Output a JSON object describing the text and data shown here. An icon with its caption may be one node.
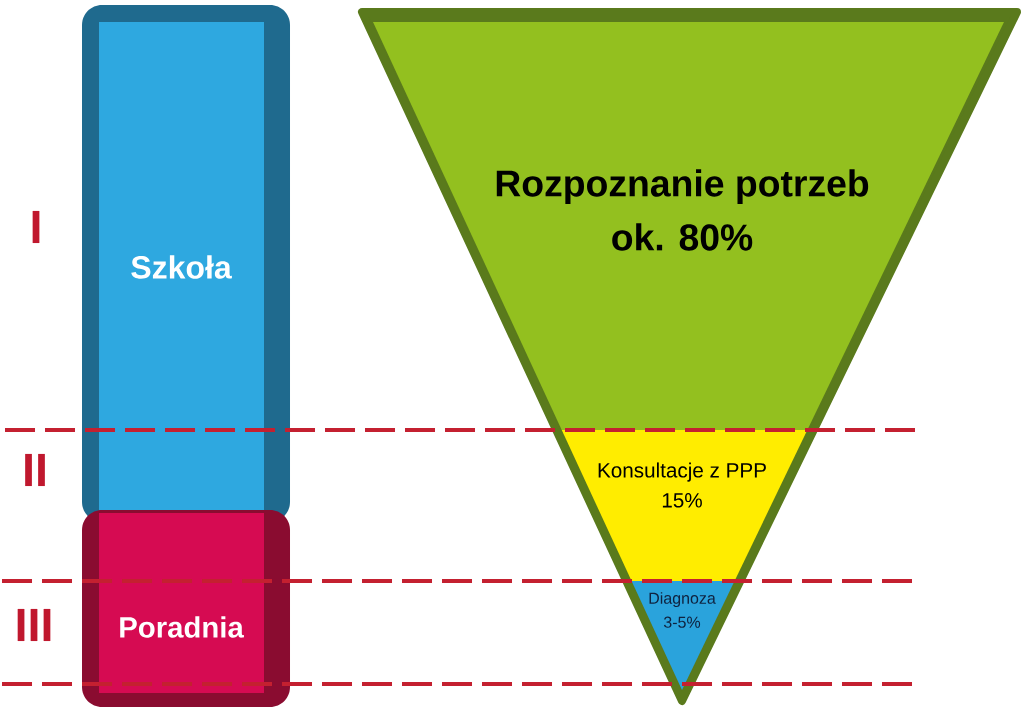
{
  "diagram": {
    "nodes": [
      {
        "text": [
          "Szkoła"
        ]
      },
      {
        "text": [
          "Poradnia"
        ]
      },
      {
        "text": [],
        "shape": "triangle"
      },
      {
        "text": [
          "Rozpoznanie potrzeb",
          "ok. 80%"
        ],
        "in": 2
      },
      {
        "text": [
          "Konsultacje z PPP",
          "15%"
        ],
        "in": 2
      },
      {
        "text": [
          "Diagnoza",
          "3-5%"
        ],
        "in": 2
      }
    ],
    "labels": [
      "I",
      "II",
      "III"
    ]
  }
}
